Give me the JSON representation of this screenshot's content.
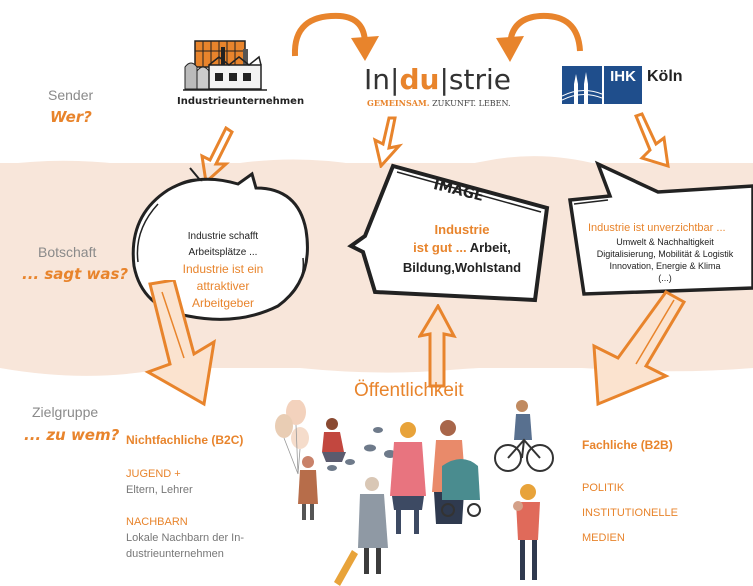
{
  "rows": {
    "sender": {
      "label": "Sender",
      "question": "Wer?"
    },
    "message": {
      "label": "Botschaft",
      "question": "... sagt was?"
    },
    "audience": {
      "label": "Zielgruppe",
      "question": "... zu wem?"
    }
  },
  "senders": {
    "company_caption": "Industrieunternehmen",
    "logo_left": "In",
    "logo_mid": "du",
    "logo_right": "strie",
    "logo_tagline_orange": "GEMEINSAM.",
    "logo_tagline_dark": "ZUKUNFT. LEBEN.",
    "ihk_label": "IHK",
    "ihk_city": "Köln"
  },
  "messages": {
    "left": {
      "line1": "Industrie schafft",
      "line2": "Arbeitsplätze ...",
      "line3": "Industrie ist ein",
      "line4": "attraktiver",
      "line5": "Arbeitgeber"
    },
    "center": {
      "tag": "IMAGE",
      "line1": "Industrie",
      "line2_orange": "ist gut ...",
      "line2_dark": "Arbeit,",
      "line3": "Bildung,Wohlstand"
    },
    "right": {
      "line1": "Industrie ist unverzichtbar ...",
      "line2": "Umwelt & Nachhaltigkeit",
      "line3": "Digitalisierung, Mobilität & Logistik",
      "line4": "Innovation, Energie & Klima",
      "line5": "(...)"
    }
  },
  "audience": {
    "public": "Öffentlichkeit",
    "b2c": {
      "title": "Nichtfachliche (B2C)",
      "group1_title": "JUGEND +",
      "group1_text": "Eltern, Lehrer",
      "group2_title": "NACHBARN",
      "group2_text1": "Lokale Nachbarn der In-",
      "group2_text2": "dustrieunternehmen"
    },
    "b2b": {
      "title": "Fachliche (B2B)",
      "item1": "POLITIK",
      "item2": "INSTITUTIONELLE",
      "item3": "MEDIEN"
    }
  },
  "colors": {
    "accent": "#e8842c",
    "band": "#f8e6da",
    "ihk_blue": "#1f4e8c"
  }
}
